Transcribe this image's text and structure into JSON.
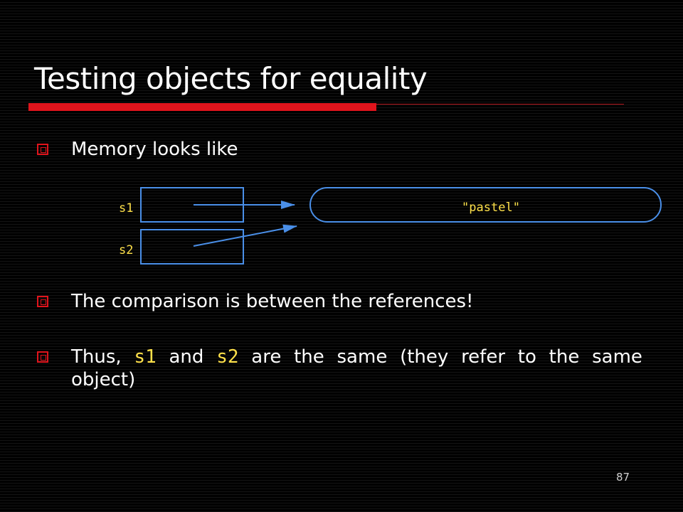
{
  "slide": {
    "title": "Testing objects for equality",
    "page_number": "87"
  },
  "bullets": {
    "b1": "Memory looks like",
    "b2": "The comparison is between the references!",
    "b3": {
      "w1": "Thus,",
      "v1": "s1",
      "w2": "and",
      "v2": "s2",
      "w3": "are",
      "w4": "the",
      "w5": "same",
      "w6": "(they",
      "w7": "refer",
      "w8": "to",
      "w9": "the",
      "w10": "same",
      "line2": "object)"
    }
  },
  "diagram": {
    "var1": "s1",
    "var2": "s2",
    "object_value": "\"pastel\""
  },
  "colors": {
    "accent_red": "#e0141c",
    "code_yellow": "#ffe14a",
    "diagram_blue": "#4a8fe8"
  }
}
